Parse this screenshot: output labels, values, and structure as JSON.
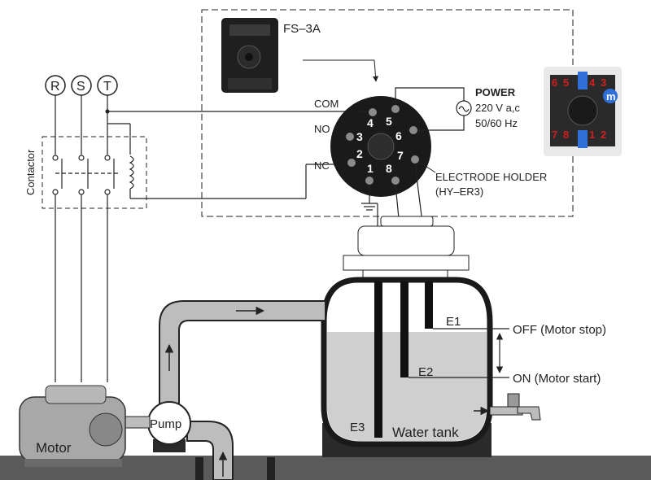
{
  "diagram": {
    "relay_model": "FS–3A",
    "phases": [
      "R",
      "S",
      "T"
    ],
    "contactor_label": "Contactor",
    "terminals": {
      "com": "COM",
      "no": "NO",
      "nc": "NC"
    },
    "pins": [
      "1",
      "2",
      "3",
      "4",
      "5",
      "6",
      "7",
      "8"
    ],
    "power": {
      "title": "POWER",
      "voltage": "220 V a,c",
      "frequency": "50/60 Hz"
    },
    "electrode_holder": {
      "line1": "ELECTRODE HOLDER",
      "line2": "(HY–ER3)"
    },
    "electrodes": [
      "E1",
      "E2",
      "E3"
    ],
    "levels": {
      "off": "OFF (Motor stop)",
      "on": "ON (Motor start)"
    },
    "components": {
      "pump": "Pump",
      "motor": "Motor",
      "tank": "Water tank"
    },
    "socket_photo_numbers": [
      "6",
      "5",
      "4",
      "3",
      "7",
      "8",
      "1",
      "2"
    ],
    "socket_photo_logo": "m",
    "colors": {
      "socket_body": "#1a1a1a",
      "pin_metal": "#8a8a8a",
      "water": "#cfcfcf",
      "pipe": "#bdbdbd",
      "ground": "#5a5a5a",
      "red_numbers": "#d21e1e",
      "photo_blue": "#2e6fd8"
    }
  }
}
